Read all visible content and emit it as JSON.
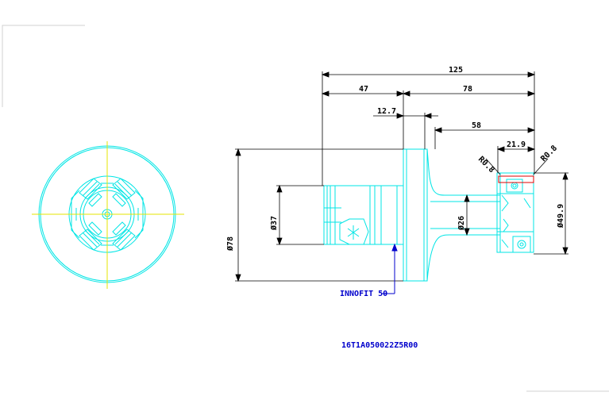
{
  "colors": {
    "outline": "#00e5e5",
    "centerline": "#e5e500",
    "dimension": "#000000",
    "label": "#0000cc",
    "highlight": "#e00000",
    "background": "#ffffff"
  },
  "dimensions": {
    "overall_length": "125",
    "shank_length": "47",
    "body_length": "78",
    "flange_offset": "12.7",
    "neck_length": "58",
    "insert_width": "21.9",
    "radius_left": "R0.8",
    "radius_right": "R0.8",
    "flange_diameter": "Ø78",
    "shank_diameter": "Ø37",
    "neck_diameter": "Ø26",
    "cutting_diameter": "Ø49.9"
  },
  "labels": {
    "interface": "INNOFIT 50",
    "part_number": "16T1A050022Z5R00"
  }
}
